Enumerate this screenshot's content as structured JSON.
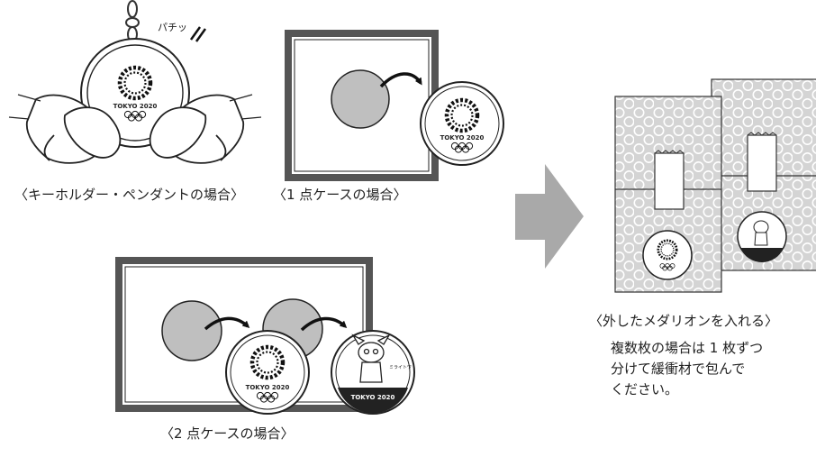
{
  "captions": {
    "keyholder": "〈キーホルダー・ペンダントの場合〉",
    "case_one": "〈1 点ケースの場合〉",
    "case_two": "〈2 点ケースの場合〉",
    "wrapped": "〈外したメダリオンを入れる〉"
  },
  "note_lines": [
    "複数枚の場合は 1 枚ずつ",
    "分けて緩衝材で包んで",
    "ください。"
  ],
  "sound_effect": "パチッ",
  "medal_text": "TOKYO 2020",
  "mascot_name": "ミライトワ",
  "colors": {
    "gray_fill": "#bfbfbf",
    "arrow": "#a9a9a9",
    "line": "#333333",
    "bubble": "#d4d4d4"
  }
}
